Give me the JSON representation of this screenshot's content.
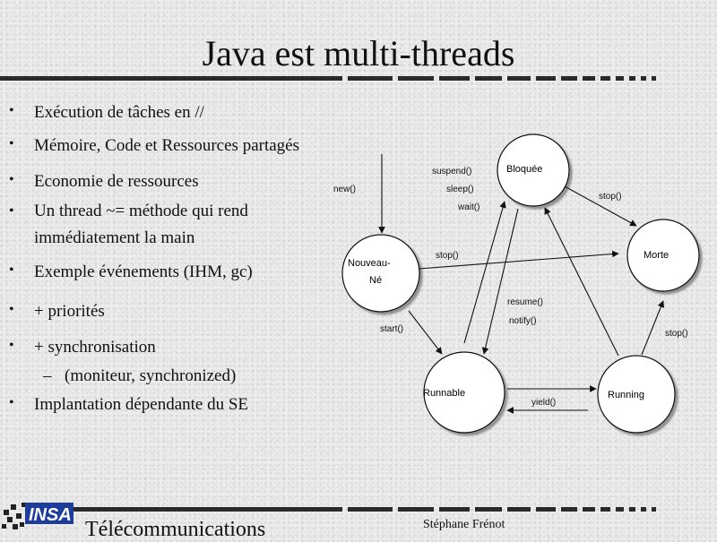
{
  "slide": {
    "title": "Java est multi-threads",
    "bullets": [
      {
        "level": 0,
        "text": "Exécution de tâches en //"
      },
      {
        "level": 0,
        "text": "Mémoire, Code et Ressources partagés"
      },
      {
        "level": 0,
        "text": "Economie de ressources"
      },
      {
        "level": 0,
        "text": "Un thread ~= méthode qui rend immédiatement la main"
      },
      {
        "level": 0,
        "text": "Exemple événements (IHM, gc)"
      },
      {
        "level": 0,
        "text": "+ priorités"
      },
      {
        "level": 0,
        "text": "+ synchronisation"
      },
      {
        "level": 1,
        "text": "(moniteur, synchronized)"
      },
      {
        "level": 0,
        "text": "Implantation dépendante du SE"
      }
    ]
  },
  "diagram": {
    "states": {
      "nouveau_line1": "Nouveau-",
      "nouveau_line2": "Né",
      "bloquee": "Bloquée",
      "morte": "Morte",
      "runnable": "Runnable",
      "running": "Running"
    },
    "labels": {
      "new": "new()",
      "suspend": "suspend()",
      "sleep": "sleep()",
      "wait": "wait()",
      "stop_blocked": "stop()",
      "stop_new": "stop()",
      "resume": "resume()",
      "notify": "notify()",
      "start": "start()",
      "stop_running": "stop()",
      "yield": "yield()"
    }
  },
  "footer": {
    "department": "Télécommunications",
    "author": "Stéphane Frénot",
    "logo_text": "INSA"
  },
  "colors": {
    "rule": "#2a2a2a",
    "logo_blue": "#1e3c9c"
  }
}
